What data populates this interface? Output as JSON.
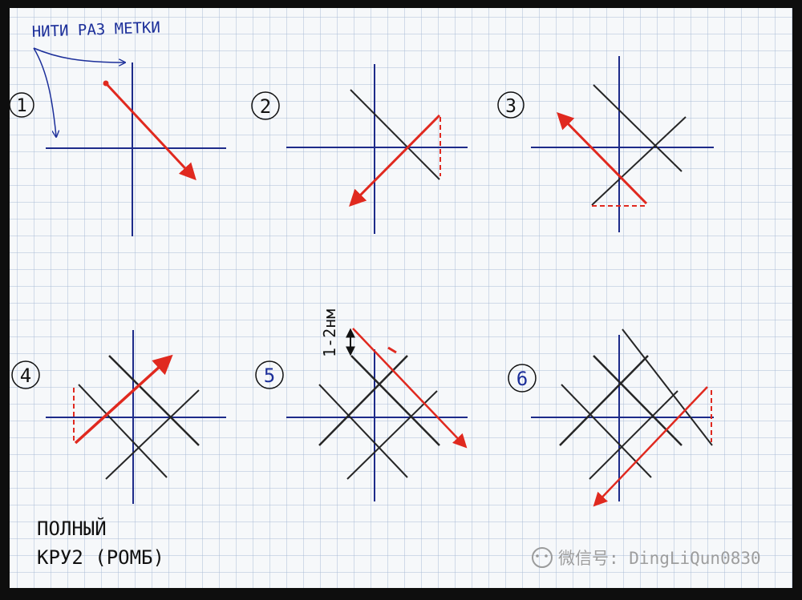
{
  "header": {
    "label": "НИТИ РАЗ МЕТКИ"
  },
  "steps": [
    {
      "number": "1"
    },
    {
      "number": "2"
    },
    {
      "number": "3"
    },
    {
      "number": "4"
    },
    {
      "number": "5"
    },
    {
      "number": "6"
    }
  ],
  "dimension_label": "1-2нм",
  "footer": {
    "line1": "ПОЛНЫЙ",
    "line2": "КРУ2 (РОМБ)"
  },
  "watermark": {
    "text": "微信号: DingLiQun0830"
  },
  "colors": {
    "paper": "#f6f8fa",
    "grid": "#9fb3cf",
    "axis": "#1d2b8a",
    "pencil": "#262626",
    "red": "#e0291f",
    "ink": "#1c2f9a"
  }
}
